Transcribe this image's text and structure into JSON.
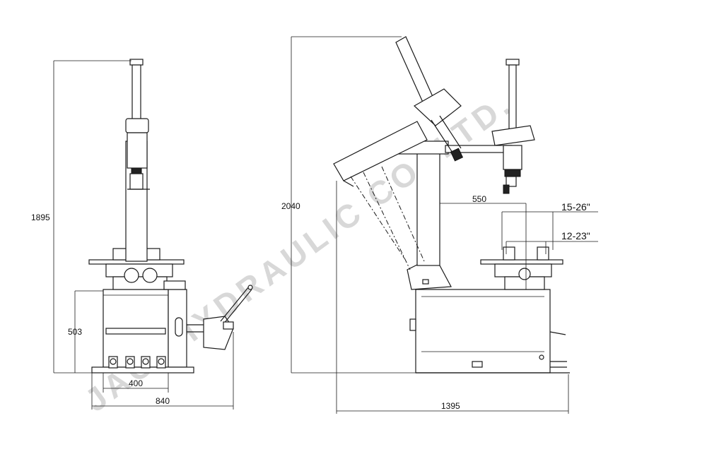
{
  "watermark": "JACKHYDRAULIC CO. LTD.",
  "dimensions": {
    "front_height": "1895",
    "front_base_height": "503",
    "front_base_width": "400",
    "front_total_width": "840",
    "side_height": "2040",
    "side_arm_reach": "550",
    "side_rim_outer": "15-26\"",
    "side_rim_inner": "12-23\"",
    "side_total_length": "1395"
  }
}
